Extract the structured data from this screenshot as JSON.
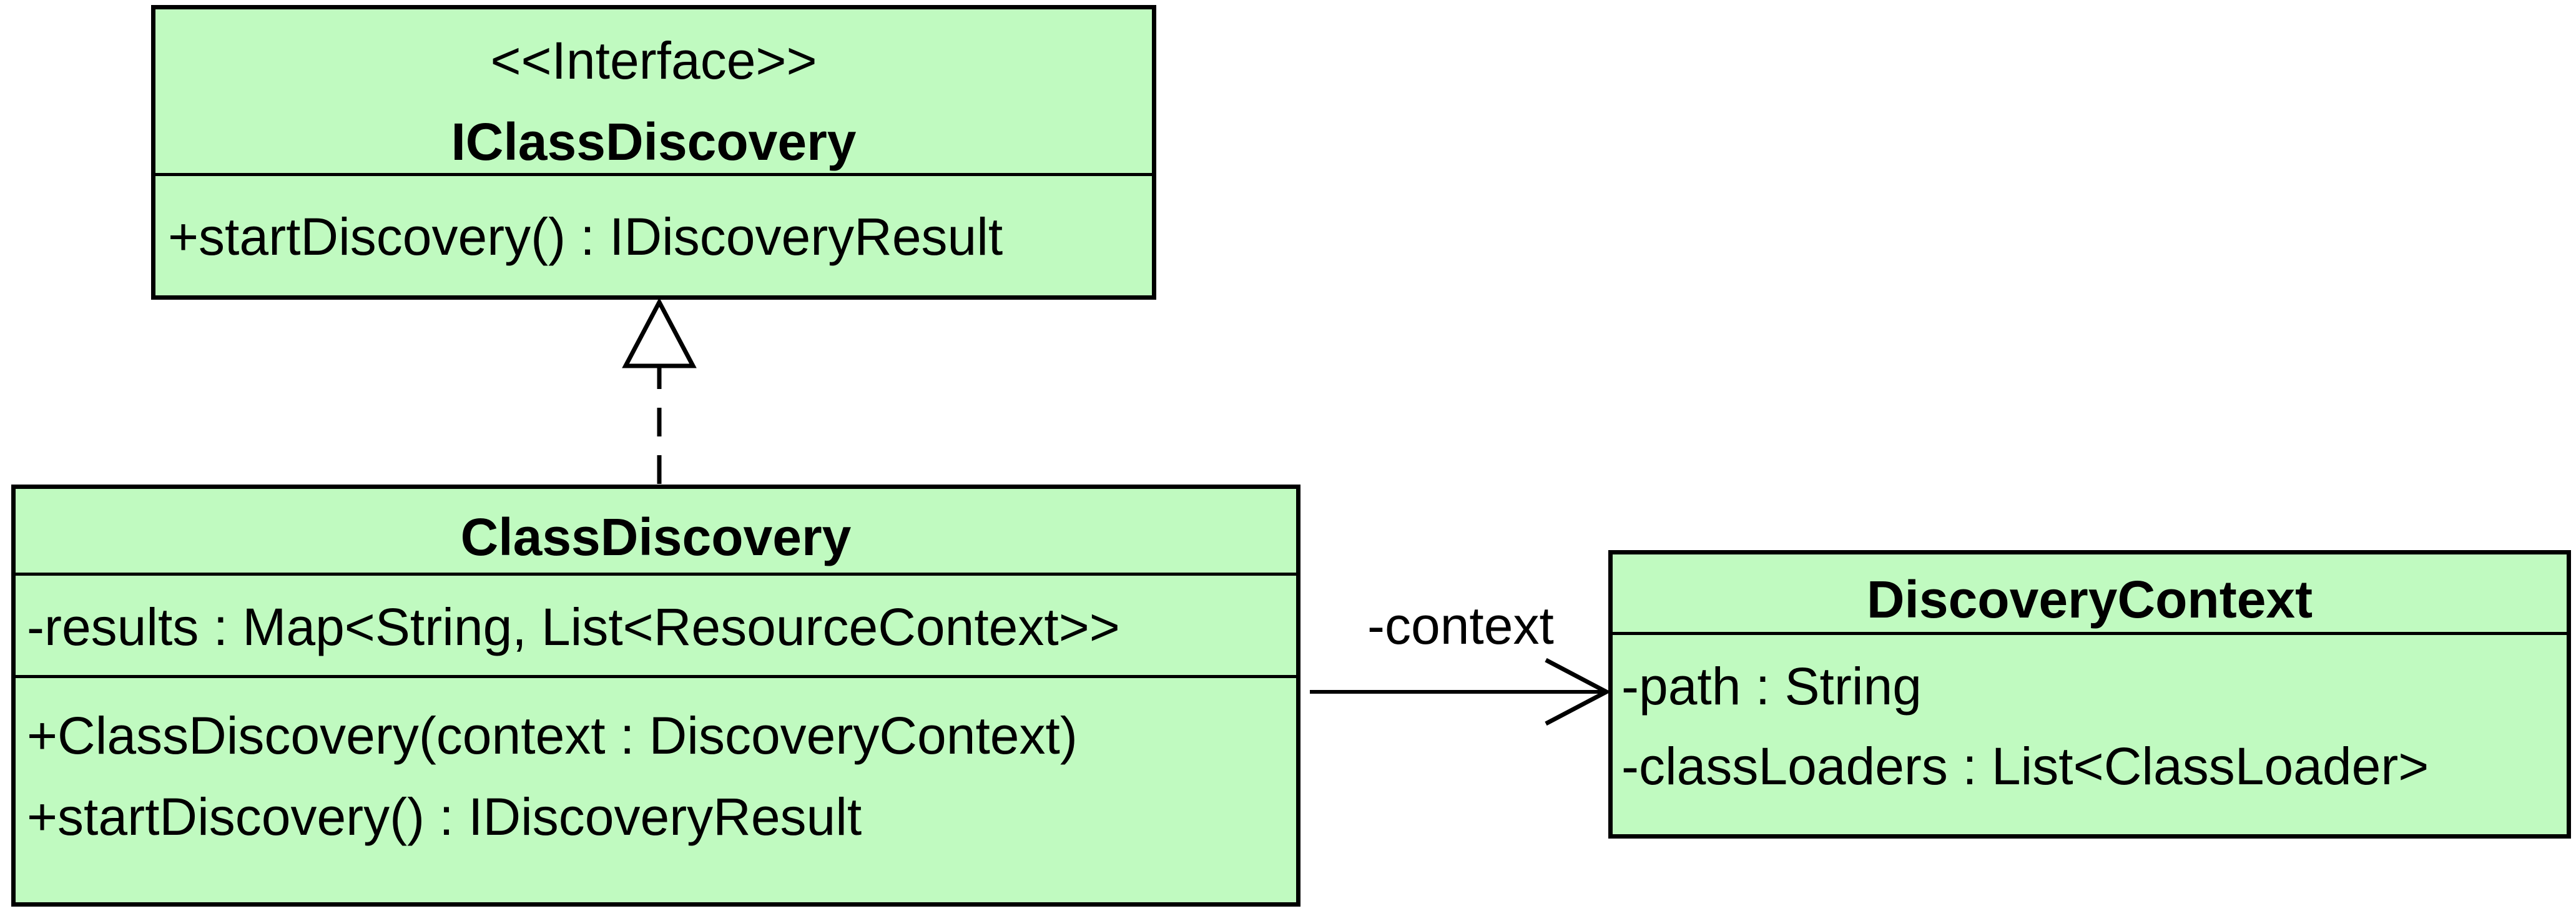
{
  "colors": {
    "class_fill": "#c0fac0",
    "stroke": "#000000",
    "background": "#ffffff"
  },
  "interface_box": {
    "stereotype": "<<Interface>>",
    "name": "IClassDiscovery",
    "operations": [
      "+startDiscovery() : IDiscoveryResult"
    ]
  },
  "class_box": {
    "name": "ClassDiscovery",
    "attributes": [
      "-results : Map<String, List<ResourceContext>>"
    ],
    "operations": [
      "+ClassDiscovery(context : DiscoveryContext)",
      "+startDiscovery() : IDiscoveryResult"
    ]
  },
  "context_box": {
    "name": "DiscoveryContext",
    "attributes": [
      "-path : String",
      "-classLoaders : List<ClassLoader>"
    ]
  },
  "relations": {
    "realization": {
      "from": "ClassDiscovery",
      "to": "IClassDiscovery",
      "kind": "realization"
    },
    "association": {
      "from": "ClassDiscovery",
      "to": "DiscoveryContext",
      "kind": "directed-association",
      "role": "-context"
    }
  }
}
